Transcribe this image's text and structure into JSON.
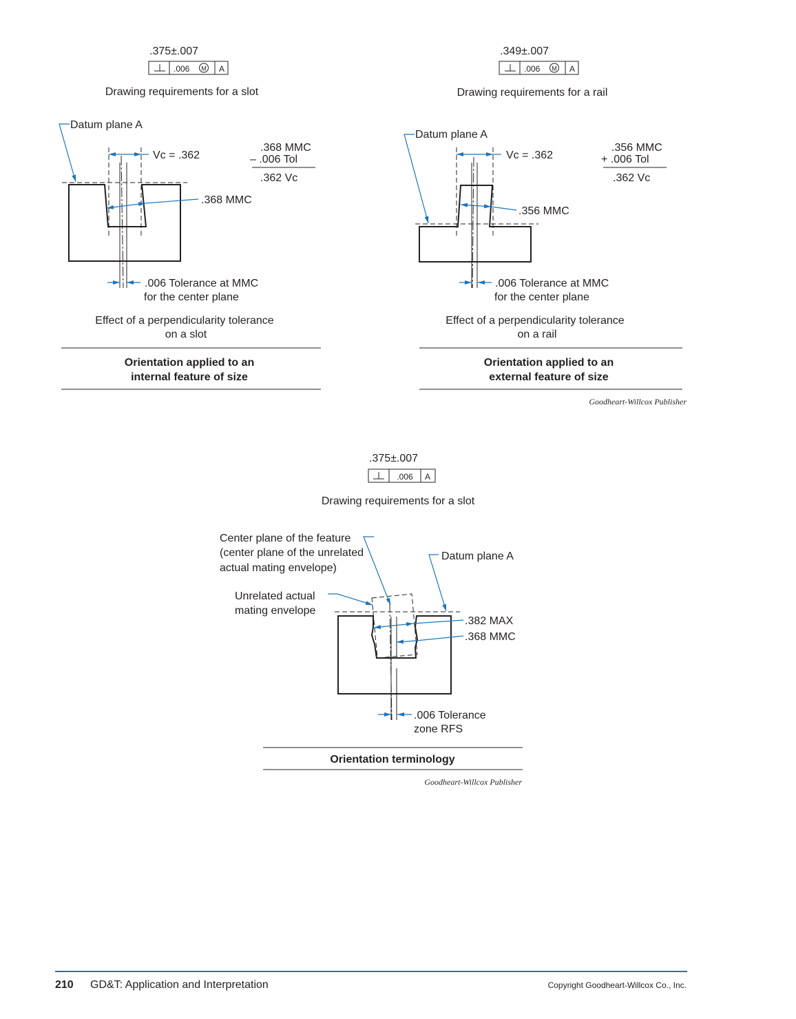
{
  "fig_slot": {
    "dimension": ".375±.007",
    "fcf": {
      "symbol": "⊥",
      "tolerance": ".006",
      "modifier": "M",
      "datum": "A"
    },
    "caption_top": "Drawing requirements for a slot",
    "datum_label": "Datum plane A",
    "vc_label": "Vc = .362",
    "calc": {
      "line1": ".368 MMC",
      "line2": "– .006 Tol",
      "result": ".362 Vc"
    },
    "mmc_label": ".368 MMC",
    "tol_line1": ".006 Tolerance at MMC",
    "tol_line2": "for the center plane",
    "effect_line1": "Effect of a perpendicularity tolerance",
    "effect_line2": "on a slot",
    "title_line1": "Orientation applied to an",
    "title_line2": "internal feature of size"
  },
  "fig_rail": {
    "dimension": ".349±.007",
    "fcf": {
      "symbol": "⊥",
      "tolerance": ".006",
      "modifier": "M",
      "datum": "A"
    },
    "caption_top": "Drawing requirements for a rail",
    "datum_label": "Datum plane A",
    "vc_label": "Vc = .362",
    "calc": {
      "line1": ".356 MMC",
      "line2": "+ .006 Tol",
      "result": ".362 Vc"
    },
    "mmc_label": ".356 MMC",
    "tol_line1": ".006 Tolerance at MMC",
    "tol_line2": "for the center plane",
    "effect_line1": "Effect of a perpendicularity tolerance",
    "effect_line2": "on a rail",
    "title_line1": "Orientation applied to an",
    "title_line2": "external feature of size",
    "credit": "Goodheart-Willcox Publisher"
  },
  "fig_terminology": {
    "dimension": ".375±.007",
    "fcf": {
      "symbol": "⊥",
      "tolerance": ".006",
      "datum": "A"
    },
    "caption_top": "Drawing requirements for a slot",
    "center_plane_line1": "Center plane of the feature",
    "center_plane_line2": "(center plane of the unrelated",
    "center_plane_line3": "actual mating envelope)",
    "datum_label": "Datum plane A",
    "envelope_line1": "Unrelated actual",
    "envelope_line2": "mating envelope",
    "max_label": ".382 MAX",
    "mmc_label": ".368 MMC",
    "tol_line1": ".006  Tolerance",
    "tol_line2": "zone RFS",
    "title": "Orientation terminology",
    "credit": "Goodheart-Willcox Publisher"
  },
  "footer": {
    "page_number": "210",
    "book_title": "GD&T: Application and Interpretation",
    "copyright": "Copyright Goodheart-Willcox Co., Inc."
  },
  "colors": {
    "leader_blue": "#1b75bb",
    "ink": "#231f20",
    "footer_rule": "#1b75bb"
  }
}
